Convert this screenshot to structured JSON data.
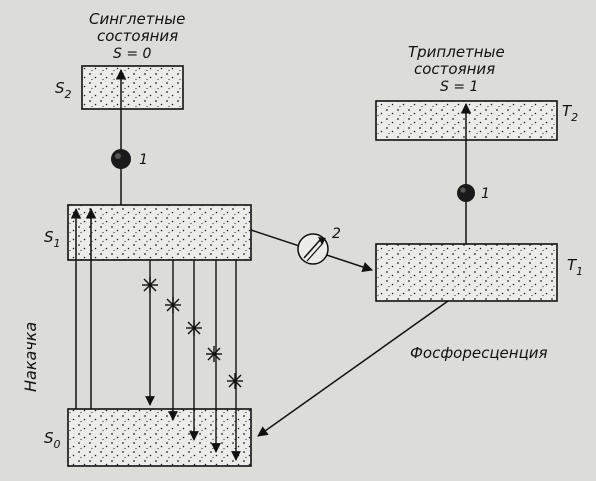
{
  "singlet": {
    "title_line1": "Синглетные",
    "title_line2": "состояния",
    "spin": "S = 0"
  },
  "triplet": {
    "title_line1": "Триплетные",
    "title_line2": "состояния",
    "spin": "S = 1"
  },
  "levels": {
    "s2": "S",
    "s2_sub": "2",
    "s1": "S",
    "s1_sub": "1",
    "s0": "S",
    "s0_sub": "0",
    "t2": "T",
    "t2_sub": "2",
    "t1": "T",
    "t1_sub": "1"
  },
  "markers": {
    "absorption_singlet": "1",
    "absorption_triplet": "1",
    "intersystem": "2"
  },
  "labels": {
    "pump": "Накачка",
    "phosphorescence": "Фосфоресценция"
  },
  "colors": {
    "ink": "#111111",
    "paper": "#dcdcd8",
    "box_fill": "#ececea"
  }
}
